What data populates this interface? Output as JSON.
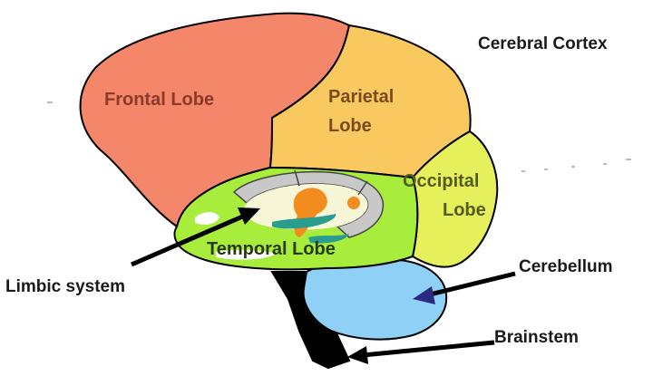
{
  "colors": {
    "frontal": "#f4866a",
    "parietal": "#f9c85e",
    "occipital": "#e6f05a",
    "temporal": "#a8ec3c",
    "cerebellum": "#8fd0f6",
    "brainstem": "#000000",
    "limbic_ring": "#c8c8c8",
    "limbic_orange": "#f28c1e",
    "limbic_teal": "#2a9d8f",
    "arrow": "#000000"
  },
  "labels": {
    "cerebral_cortex": "Cerebral Cortex",
    "frontal": "Frontal Lobe",
    "parietal_line1": "Parietal",
    "parietal_line2": "Lobe",
    "occipital_line1": "Occipital",
    "occipital_line2": "Lobe",
    "temporal": "Temporal Lobe",
    "limbic": "Limbic system",
    "cerebellum": "Cerebellum",
    "brainstem": "Brainstem"
  }
}
